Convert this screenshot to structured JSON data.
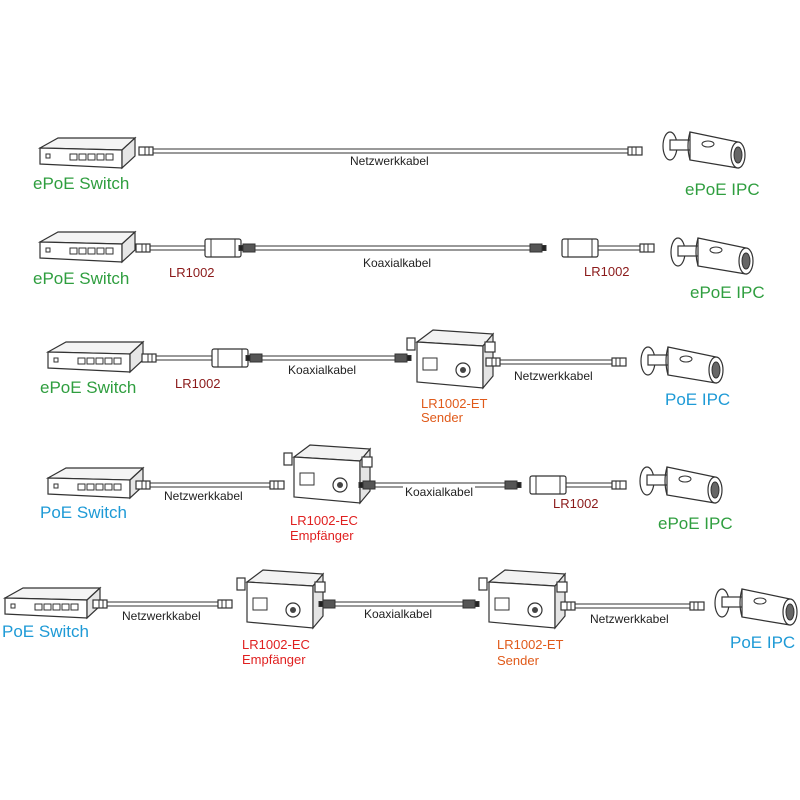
{
  "colors": {
    "epoe_green": "#2f9e3f",
    "poe_blue": "#1e9ad6",
    "lr1002_darkred": "#8b1a1a",
    "sender_orange": "#e05a1a",
    "receiver_red": "#e02020",
    "line_art": "#333333"
  },
  "labels": {
    "epoe_switch": "ePoE Switch",
    "poe_switch": "PoE Switch",
    "epoe_ipc": "ePoE IPC",
    "poe_ipc": "PoE IPC",
    "network_cable": "Netzwerkkabel",
    "coax_cable": "Koaxialkabel",
    "lr1002": "LR1002",
    "lr1002_et": "LR1002-ET",
    "lr1002_ec": "LR1002-EC",
    "sender": "Sender",
    "receiver": "Empfänger"
  },
  "rows": [
    {
      "switch": "ePoE Switch",
      "chain": [
        "Netzwerkkabel"
      ],
      "camera": "ePoE IPC"
    },
    {
      "switch": "ePoE Switch",
      "chain": [
        "LR1002",
        "Koaxialkabel",
        "LR1002"
      ],
      "camera": "ePoE IPC"
    },
    {
      "switch": "ePoE Switch",
      "chain": [
        "LR1002",
        "Koaxialkabel",
        "LR1002-ET Sender",
        "Netzwerkkabel"
      ],
      "camera": "PoE IPC"
    },
    {
      "switch": "PoE Switch",
      "chain": [
        "Netzwerkkabel",
        "LR1002-EC Empfänger",
        "Koaxialkabel",
        "LR1002"
      ],
      "camera": "ePoE IPC"
    },
    {
      "switch": "PoE Switch",
      "chain": [
        "Netzwerkkabel",
        "LR1002-EC Empfänger",
        "Koaxialkabel",
        "LR1002-ET Sender",
        "Netzwerkkabel"
      ],
      "camera": "PoE IPC"
    }
  ]
}
